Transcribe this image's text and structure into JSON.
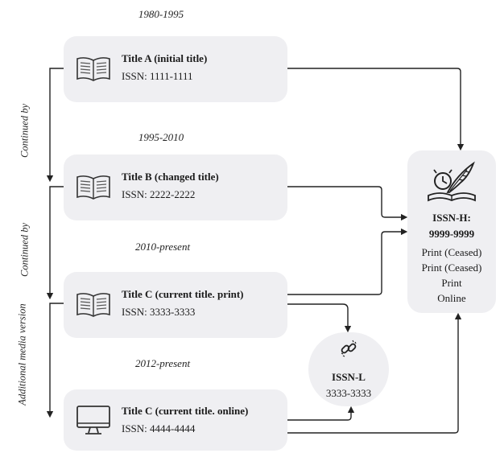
{
  "periods": [
    "1980-1995",
    "1995-2010",
    "2010-present",
    "2012-present"
  ],
  "titles": [
    {
      "name": "Title A (initial title)",
      "issn": "ISSN: 1111-1111",
      "icon": "book-icon"
    },
    {
      "name": "Title B (changed title)",
      "issn": "ISSN: 2222-2222",
      "icon": "book-icon"
    },
    {
      "name": "Title C (current title. print)",
      "issn": "ISSN: 3333-3333",
      "icon": "book-icon"
    },
    {
      "name": "Title C (current title. online)",
      "issn": "ISSN: 4444-4444",
      "icon": "monitor-icon"
    }
  ],
  "relations": [
    "Continued by",
    "Continued by",
    "Additional media version"
  ],
  "issn_h": {
    "label": "ISSN-H:",
    "value": "9999-9999",
    "media": [
      "Print (Ceased)",
      "Print (Ceased)",
      "Print",
      "Online"
    ],
    "icon": "quill-book-clock-icon"
  },
  "issn_l": {
    "label": "ISSN-L",
    "value": "3333-3333",
    "icon": "link-icon"
  }
}
